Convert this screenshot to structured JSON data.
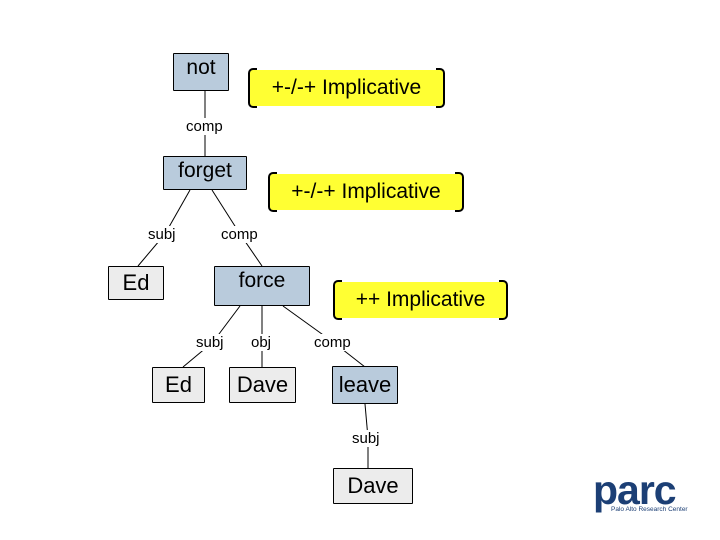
{
  "nodes": {
    "not": "not",
    "forget": "forget",
    "ed1": "Ed",
    "force": "force",
    "ed2": "Ed",
    "dave1": "Dave",
    "leave": "leave",
    "dave2": "Dave"
  },
  "edge_labels": {
    "not_comp": "comp",
    "forget_subj": "subj",
    "forget_comp": "comp",
    "force_subj": "subj",
    "force_obj": "obj",
    "force_comp": "comp",
    "leave_subj": "subj"
  },
  "implicatives": {
    "imp1": "+-/-+ Implicative",
    "imp2": "+-/-+ Implicative",
    "imp3": "++ Implicative"
  },
  "logo": {
    "word": "parc",
    "tagline": "Palo Alto Research Center"
  },
  "colors": {
    "node_blue": "#b9cbdc",
    "node_gray": "#ececec",
    "implicative_yellow": "#ffff33",
    "logo_blue": "#1c3f75"
  }
}
